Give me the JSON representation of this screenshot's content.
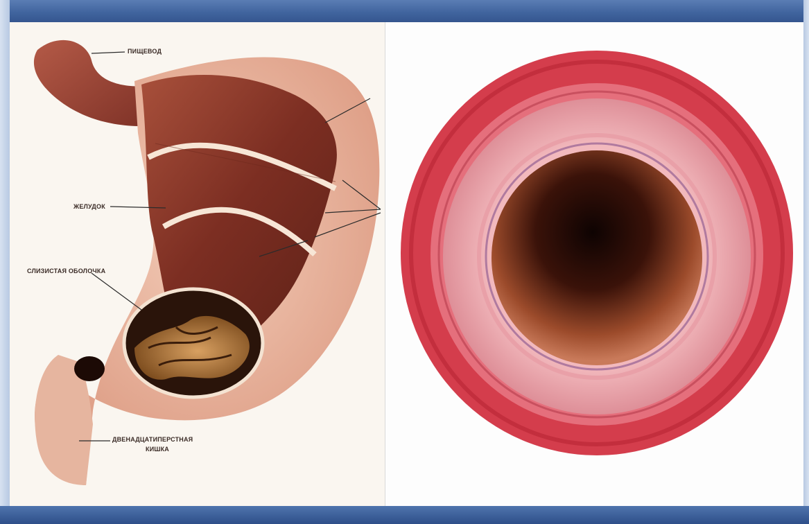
{
  "figure": {
    "left_panel": {
      "labels": {
        "esophagus": "ПИЩЕВОД",
        "stomach": "ЖЕЛУДОК",
        "mucosa": "СЛИЗИСТАЯ ОБОЛОЧКА",
        "duodenum_line1": "ДВЕНАДЦАТИПЕРСТНАЯ",
        "duodenum_line2": "КИШКА"
      }
    },
    "colors": {
      "frame": "#3f639d",
      "outer_wall": "#e9b29d",
      "muscle": "#8e3b2b",
      "mucosa_folds": "#c98f4d",
      "vessel_outer": "#d43d4c",
      "vessel_inner": "#e9a7ad",
      "lumen": "#2a0c08"
    }
  }
}
